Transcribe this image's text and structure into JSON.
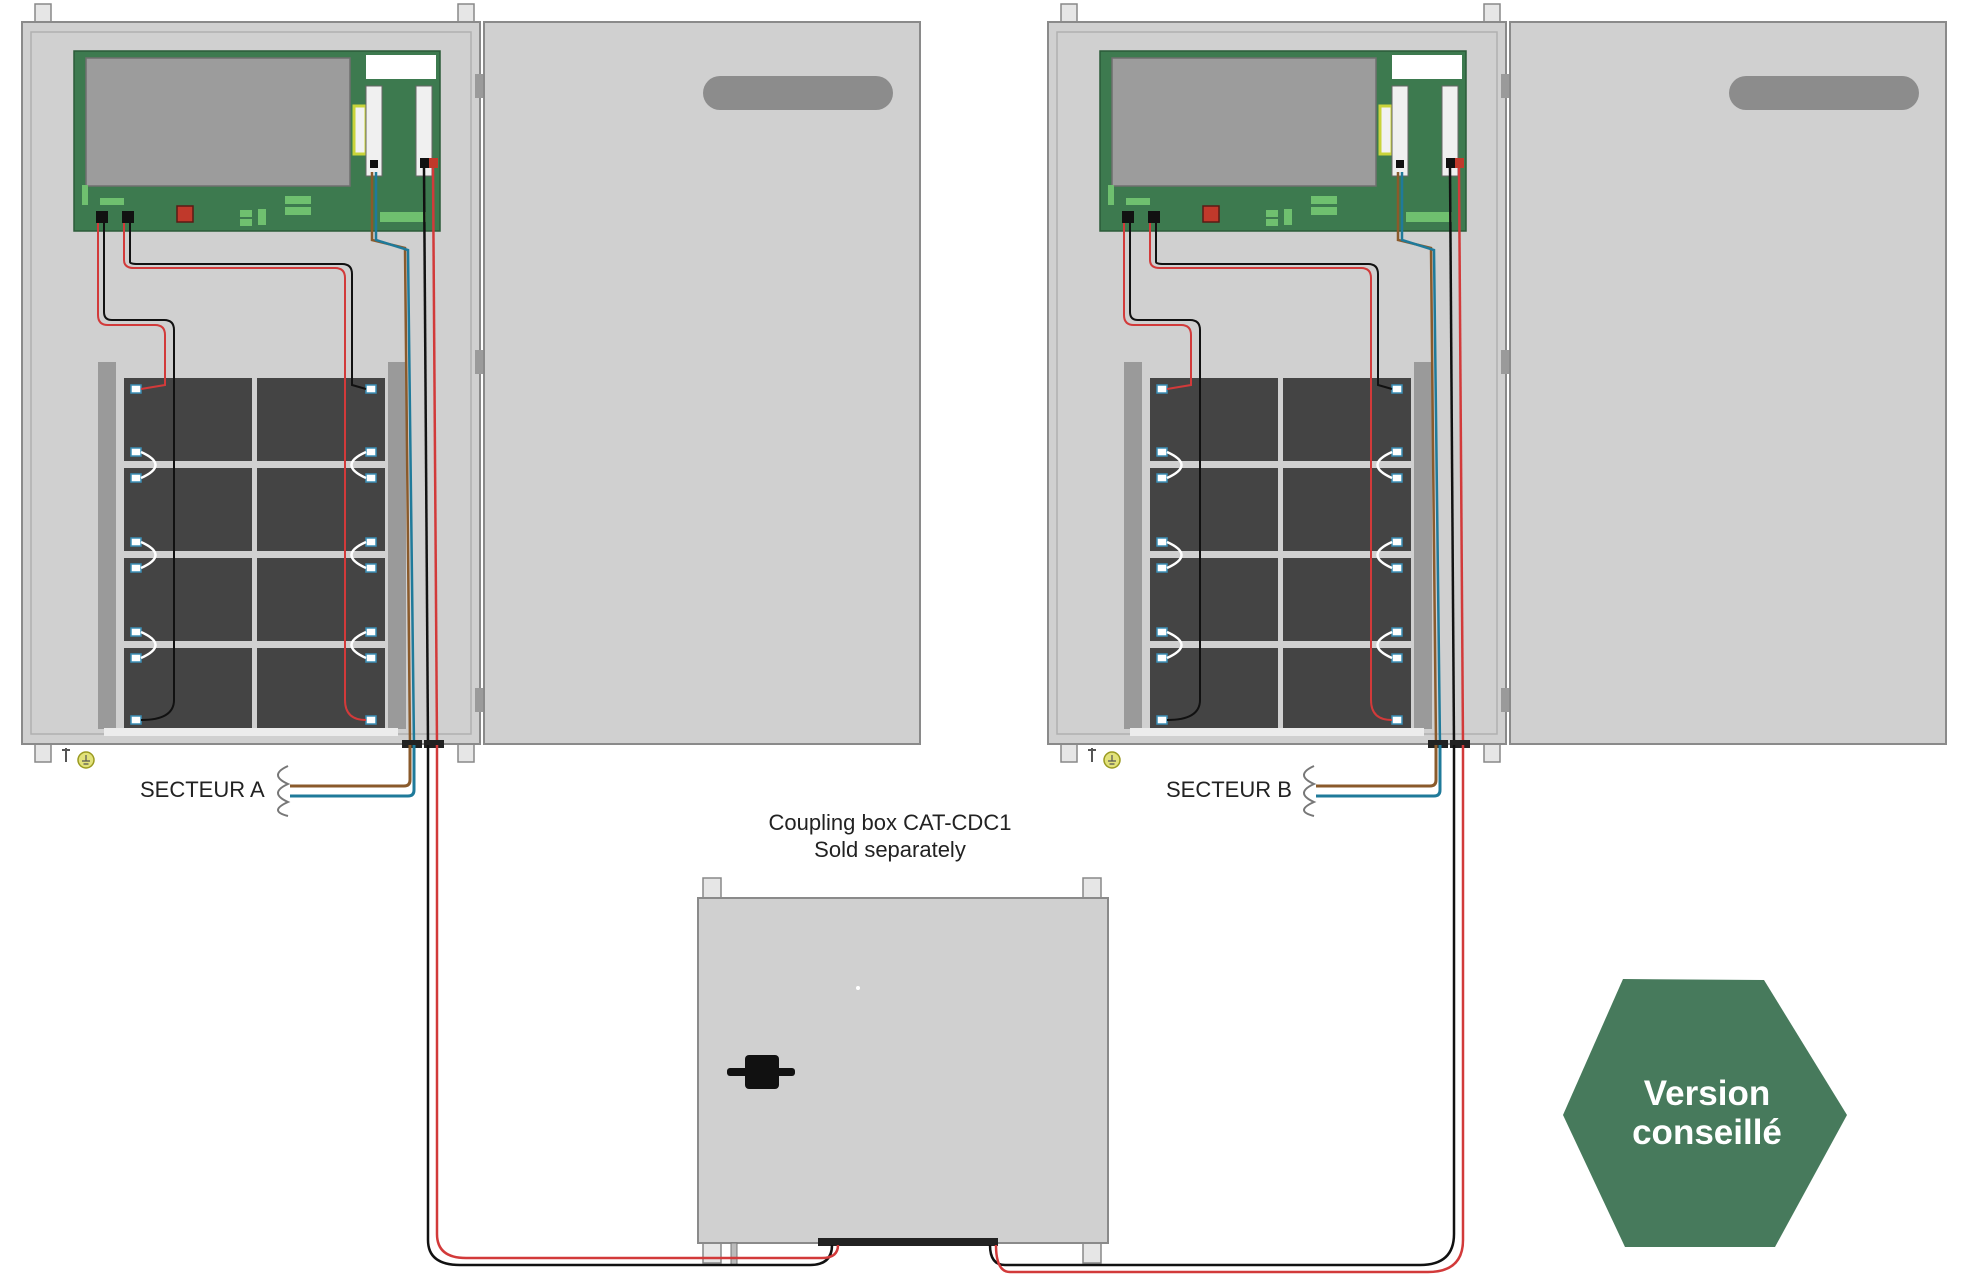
{
  "labels": {
    "secteur_a": "SECTEUR A",
    "secteur_b": "SECTEUR B",
    "coupling_line1": "Coupling box CAT-CDC1",
    "coupling_line2": "Sold separately",
    "badge_line1": "Version",
    "badge_line2": "conseillé"
  },
  "colors": {
    "cabinet": "#d0d0d0",
    "cabinet_border": "#8a8a8a",
    "pcb": "#3d7a4f",
    "battery": "#444444",
    "wire_red": "#d23a3a",
    "wire_black": "#111111",
    "wire_blue": "#1f7a9a",
    "wire_brown": "#8a5a2b",
    "badge": "#477a5c"
  },
  "icons": {
    "earth_ground": "earth-ground-icon",
    "mains_cable_break": "cable-break-icon"
  }
}
